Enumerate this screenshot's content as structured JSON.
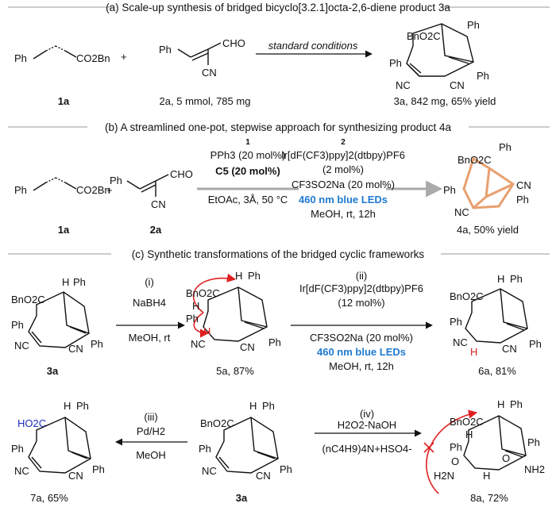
{
  "section_a": {
    "title": "(a) Scale-up synthesis of bridged bicyclo[3.2.1]octa-2,6-diene product 3a",
    "reactant1": {
      "label": "1a",
      "ph": "Ph",
      "ester": "CO2Bn"
    },
    "plus": "+",
    "reactant2": {
      "label": "2a, 5 mmol, 785 mg",
      "ph": "Ph",
      "cho": "CHO",
      "cn": "CN"
    },
    "conditions": "standard conditions",
    "product": {
      "label": "3a, 842 mg, 65% yield",
      "ester": "BnO2C",
      "ph_top": "Ph",
      "ph_left": "Ph",
      "ph_right": "Ph",
      "cn_left": "NC",
      "cn_right": "CN"
    }
  },
  "section_b": {
    "title": "(b) A streamlined one-pot, stepwise approach for synthesizing product 4a",
    "reactant1": {
      "label": "1a",
      "ph": "Ph",
      "ester": "CO2Bn"
    },
    "plus": "+",
    "reactant2": {
      "label": "2a",
      "ph": "Ph",
      "cho": "CHO",
      "cn": "CN"
    },
    "step1": {
      "marker": "1",
      "line1": "PPh3 (20 mol%)",
      "line2": "C5 (20 mol%)",
      "line3": "EtOAc, 3Å, 50 °C"
    },
    "step2": {
      "marker": "2",
      "line1": "Ir[dF(CF3)ppy]2(dtbpy)PF6",
      "line2": "(2 mol%)",
      "line3": "CF3SO2Na (20 mol%)",
      "line4": "460 nm blue LEDs",
      "line5": "MeOH, rt, 12h"
    },
    "product": {
      "label": "4a, 50% yield",
      "ester": "BnO2C",
      "ph_top": "Ph",
      "ph_left": "Ph",
      "ph_right": "Ph",
      "cn_left": "NC",
      "cn_right": "CN"
    }
  },
  "section_c": {
    "title": "(c) Synthetic transformations of the bridged cyclic frameworks",
    "step_i": {
      "marker": "(i)",
      "reagent": "NaBH4",
      "solvent": "MeOH, rt"
    },
    "step_ii": {
      "marker": "(ii)",
      "line1": "Ir[dF(CF3)ppy]2(dtbpy)PF6",
      "line2": "(12 mol%)",
      "line3": "CF3SO2Na (20 mol%)",
      "line4": "460 nm blue LEDs",
      "line5": "MeOH, rt, 12h"
    },
    "step_iii": {
      "marker": "(iii)",
      "reagent": "Pd/H2",
      "solvent": "MeOH"
    },
    "step_iv": {
      "marker": "(iv)",
      "reagent": "H2O2-NaOH",
      "additive": "(nC4H9)4N+HSO4-"
    },
    "compounds": {
      "c3a_top": {
        "label": "3a",
        "ester": "BnO2C",
        "h": "H",
        "ph_top": "Ph",
        "ph_left": "Ph",
        "ph_right": "Ph",
        "cn_left": "NC",
        "cn_right": "CN"
      },
      "c5a": {
        "label": "5a, 87%",
        "ester": "BnO2C",
        "h_top": "H",
        "h_mid": "H",
        "h_red": "H",
        "ph_top": "Ph",
        "ph_left": "Ph",
        "ph_right": "Ph",
        "cn_left": "NC",
        "cn_right": "CN"
      },
      "c6a": {
        "label": "6a, 81%",
        "ester": "BnO2C",
        "h_top": "H",
        "h_red": "H",
        "ph_top": "Ph",
        "ph_left": "Ph",
        "ph_right": "Ph",
        "cn_left": "NC",
        "cn_right": "CN"
      },
      "c7a": {
        "label": "7a, 65%",
        "acid": "HO2C",
        "h": "H",
        "ph_top": "Ph",
        "ph_left": "Ph",
        "ph_right": "Ph",
        "cn_left": "NC",
        "cn_right": "CN"
      },
      "c3a_bottom": {
        "label": "3a",
        "ester": "BnO2C",
        "h": "H",
        "ph_top": "Ph",
        "ph_left": "Ph",
        "ph_right": "Ph",
        "cn_left": "NC",
        "cn_right": "CN"
      },
      "c8a": {
        "label": "8a, 72%",
        "ester": "BnO2C",
        "h_top": "H",
        "h_mid": "H",
        "h_bottom": "H",
        "ph_top": "Ph",
        "ph_left": "Ph",
        "ph_right": "Ph",
        "amide_left": "H2N",
        "amide_right": "NH2",
        "o_left": "O",
        "o_right": "O"
      }
    }
  },
  "colors": {
    "ink": "#111111",
    "accent_red": "#e02020",
    "accent_blue": "#1f7ad0",
    "acid_blue": "#1a2dbf",
    "cage_orange": "#e8a070",
    "arrow_grey": "#aaaaaa"
  }
}
